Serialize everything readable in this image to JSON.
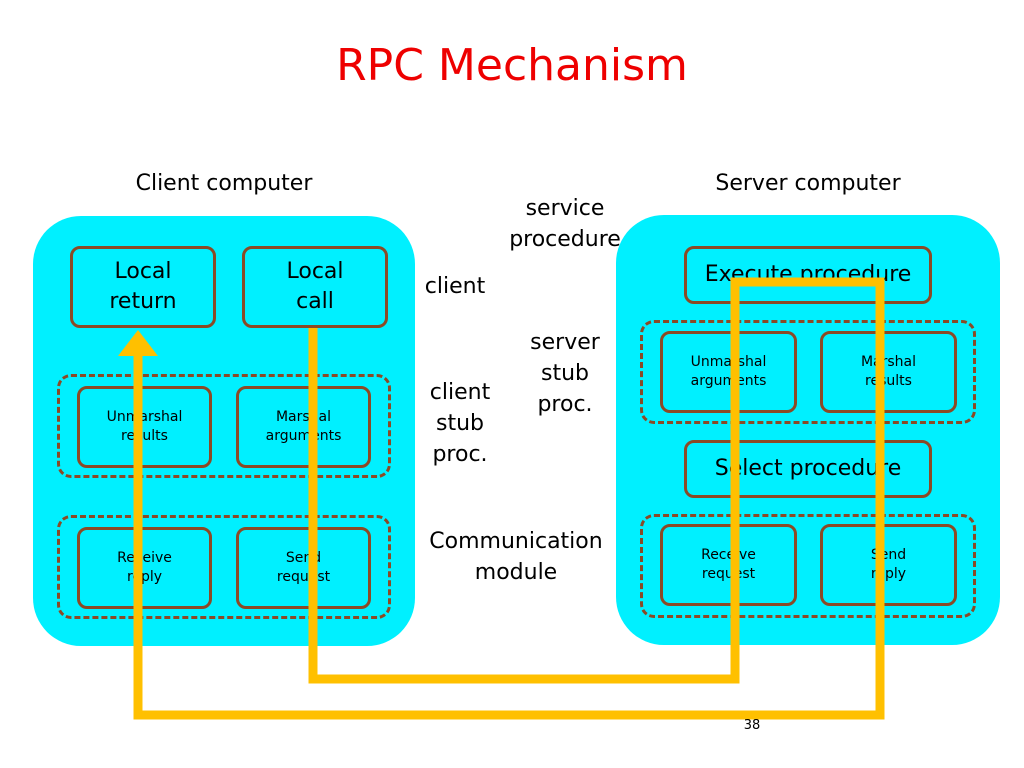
{
  "title": "RPC Mechanism",
  "client_heading": "Client computer",
  "server_heading": "Server computer",
  "labels": {
    "service_procedure": "service\nprocedure",
    "client": "client",
    "server_stub": "server\nstub\nproc.",
    "client_stub": "client\nstub\nproc.",
    "communication_module": "Communication\nmodule"
  },
  "client_boxes": {
    "local_return": "Local\nreturn",
    "local_call": "Local\ncall",
    "unmarshal_results": "Unmarshal\nresults",
    "marshal_arguments": "Marshal\narguments",
    "receive_reply": "Receive\nreply",
    "send_request": "Send\nrequest"
  },
  "server_boxes": {
    "execute_procedure": "Execute procedure",
    "unmarshal_arguments": "Unmarshal\narguments",
    "marshal_results": "Marshal\nresults",
    "select_procedure": "Select procedure",
    "receive_request": "Receive\nrequest",
    "send_reply": "Send\nreply"
  },
  "page_number": "38",
  "colors": {
    "title": "#ee0000",
    "panel": "#00f0ff",
    "box_border": "#8b4a26",
    "flow_arrow": "#ffc000"
  }
}
